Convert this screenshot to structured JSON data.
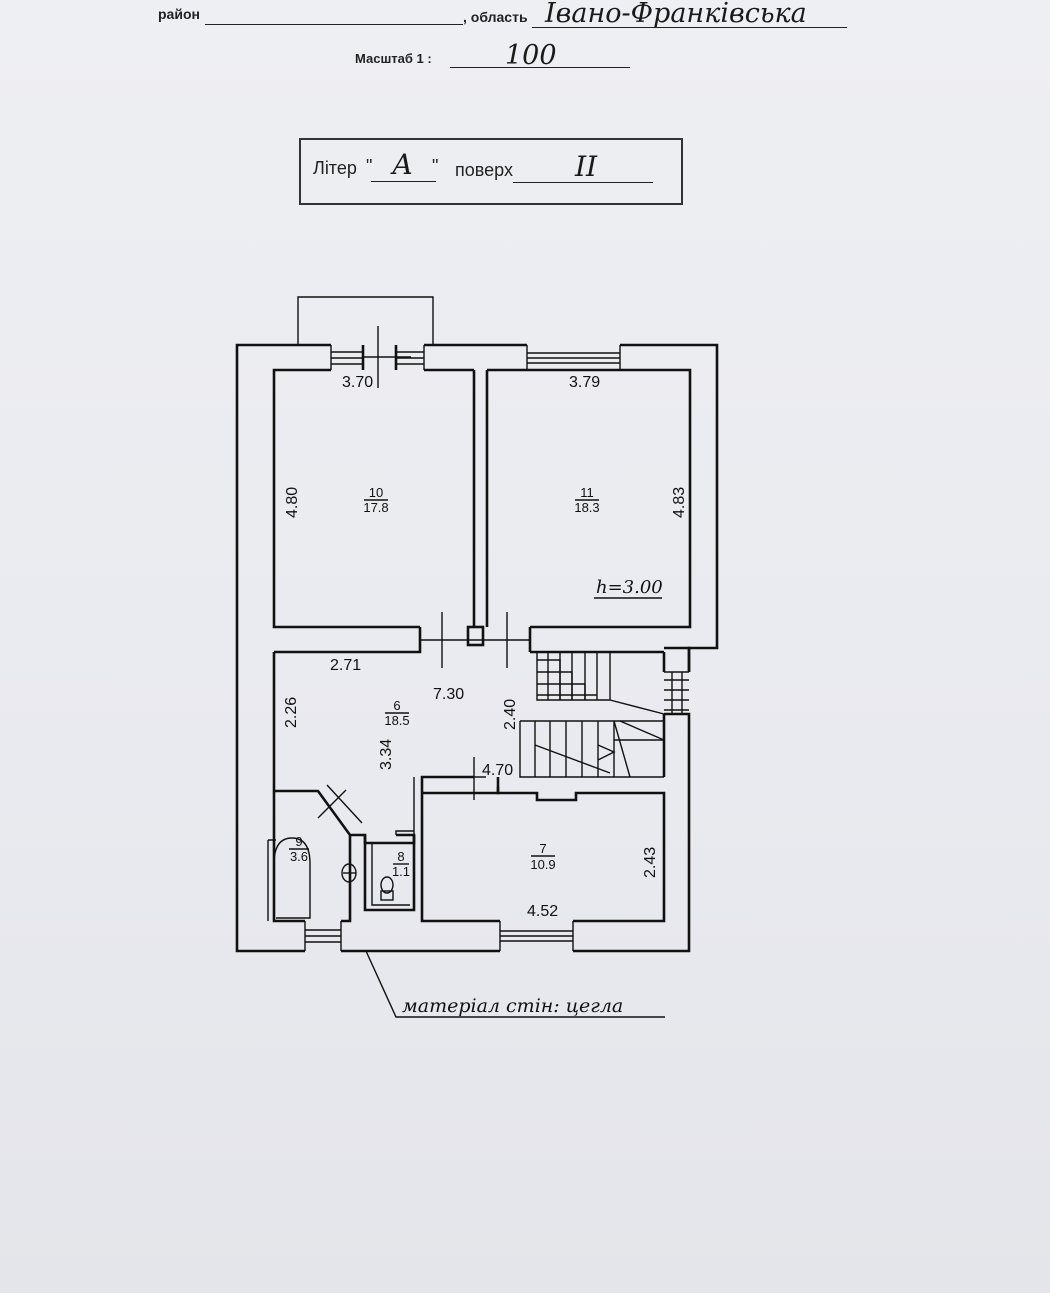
{
  "header": {
    "district_label": "район",
    "region_label": ", область",
    "region_value": "Івано-Франківська",
    "scale_label": "Масштаб 1 :",
    "scale_value": "100"
  },
  "title_box": {
    "liter_label": "Літер",
    "liter_value": "А",
    "floor_label": "поверх",
    "floor_value": "II"
  },
  "plan": {
    "dimensions": {
      "d_370": "3.70",
      "d_379": "3.79",
      "d_480": "4.80",
      "d_483": "4.83",
      "d_271": "2.71",
      "d_730": "7.30",
      "d_240": "2.40",
      "d_226": "2.26",
      "d_334": "3.34",
      "d_470": "4.70",
      "d_243": "2.43",
      "d_452": "4.52"
    },
    "height_note": "h=3.00",
    "rooms": [
      {
        "number": "10",
        "area": "17.8"
      },
      {
        "number": "11",
        "area": "18.3"
      },
      {
        "number": "6",
        "area": "18.5"
      },
      {
        "number": "7",
        "area": "10.9"
      },
      {
        "number": "9",
        "area": "3.6"
      },
      {
        "number": "8",
        "area": "1.1"
      }
    ],
    "material_note": "матеріал стін: цегла"
  }
}
